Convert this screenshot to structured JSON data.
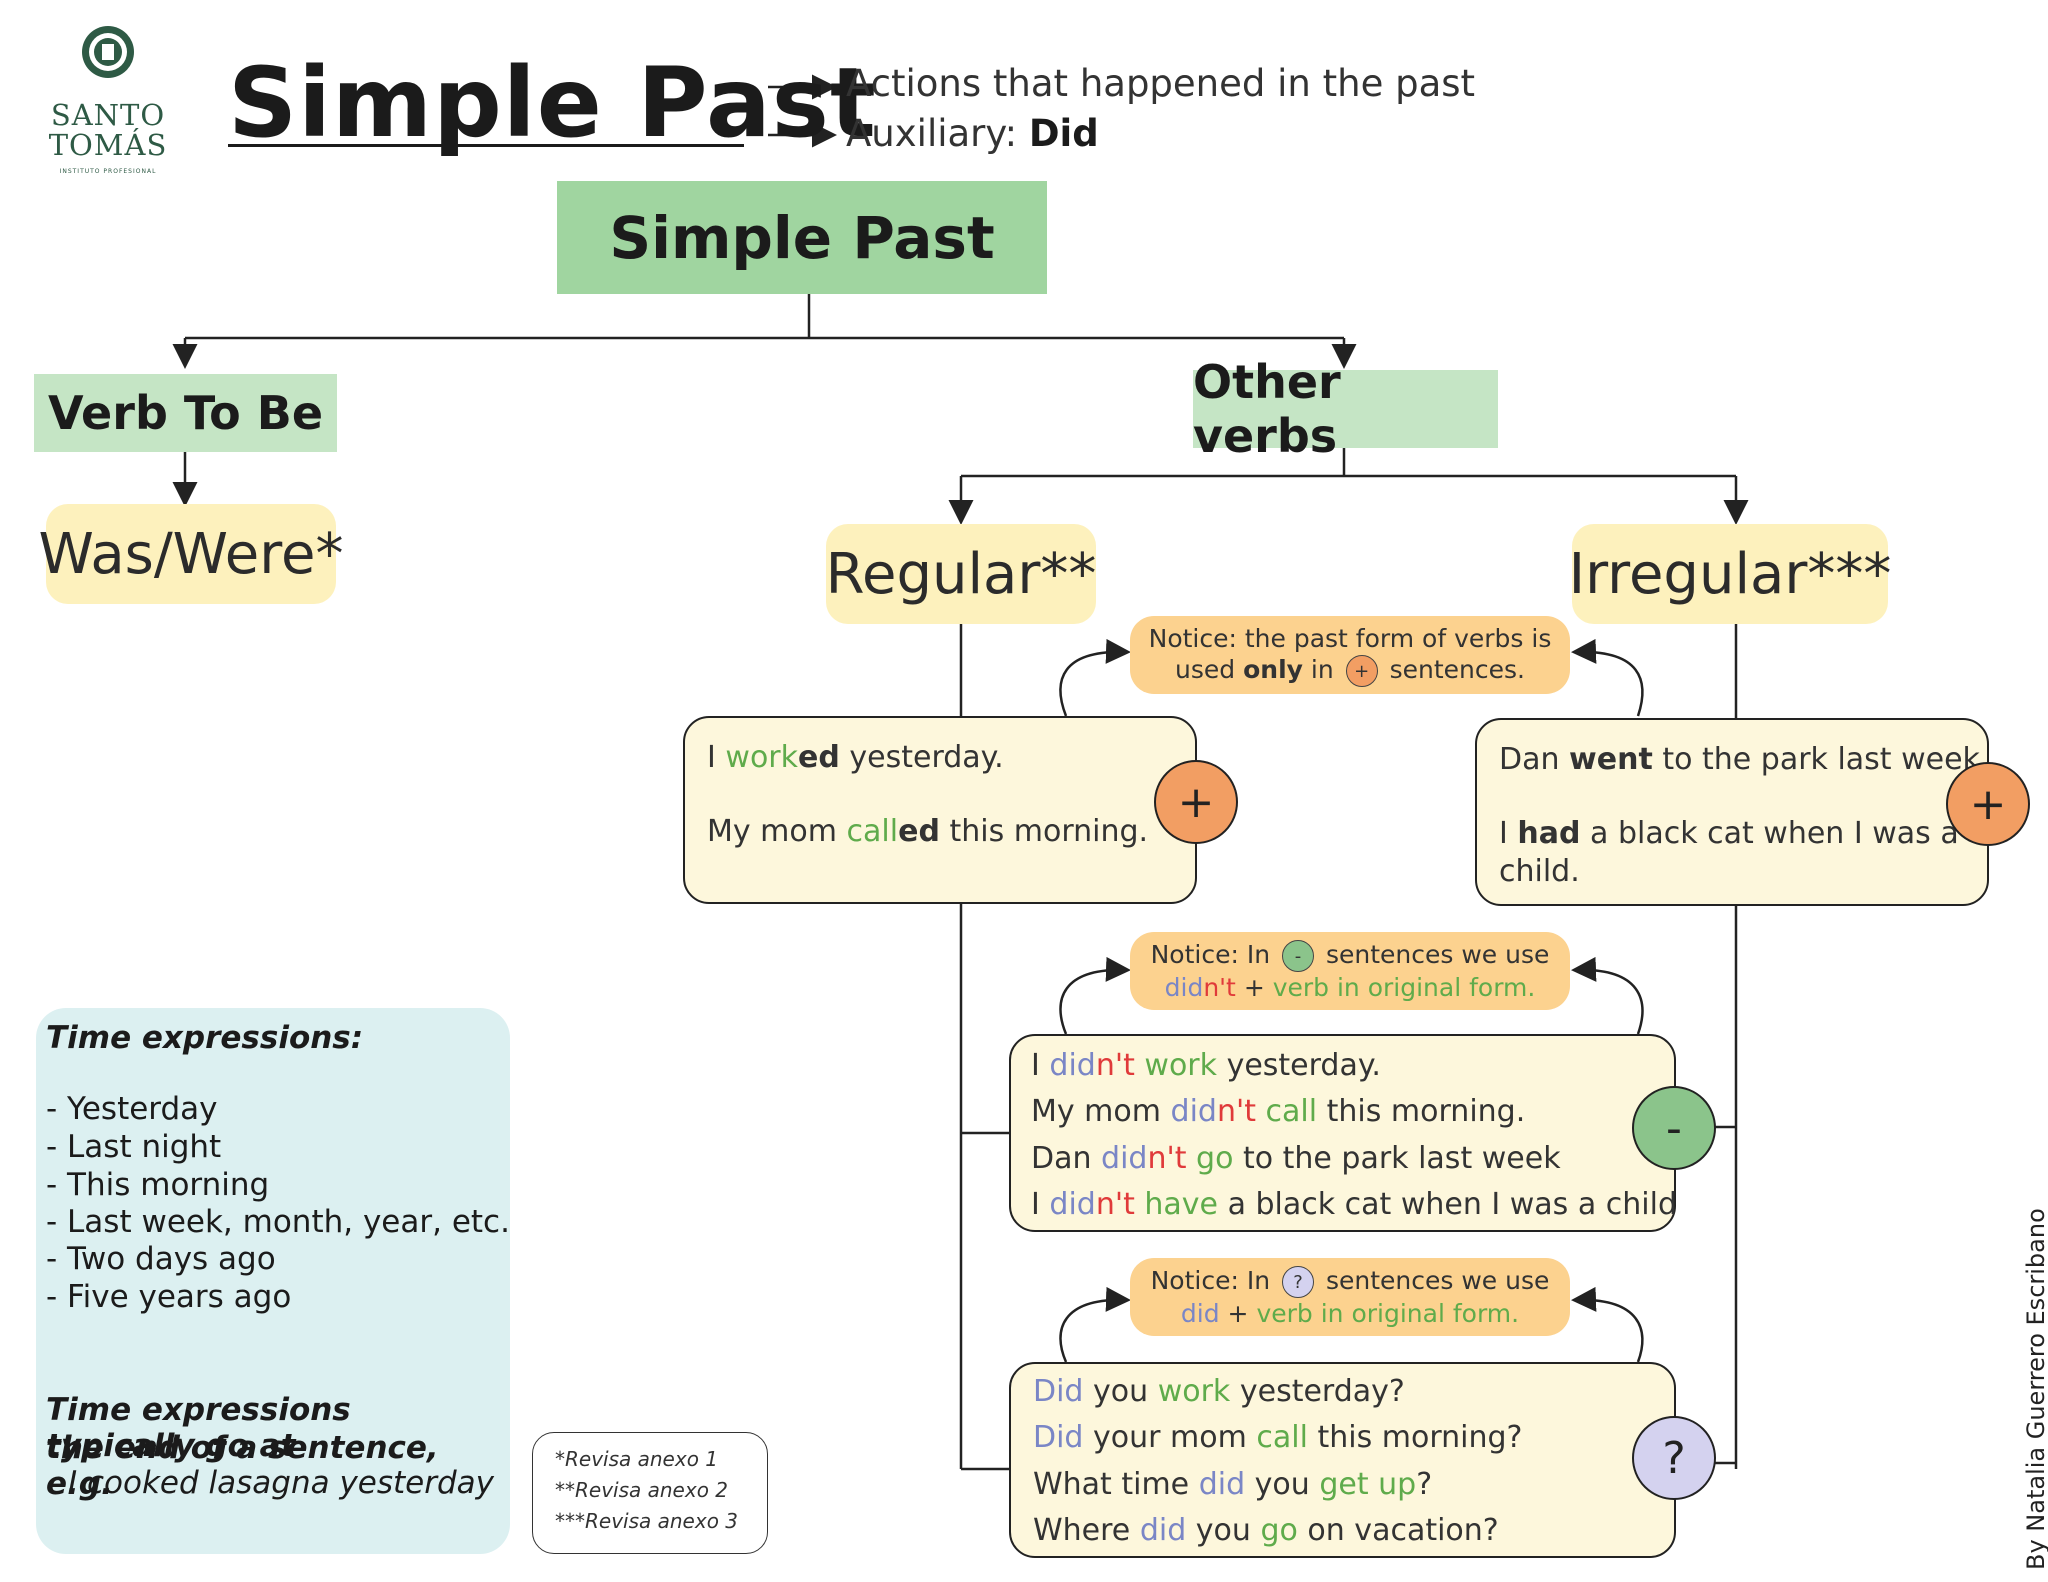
{
  "logo": {
    "line1": "SANTO",
    "line2": "TOMÁS",
    "line3": "INSTITUTO PROFESIONAL"
  },
  "title": "Simple Past",
  "description": {
    "line1": "Actions that happened in the past",
    "aux_label": "Auxiliary:",
    "aux_value": "Did"
  },
  "root_box": "Simple Past",
  "verb_to_be": {
    "header": "Verb To Be",
    "value": "Was/Were*"
  },
  "other_verbs": {
    "header": "Other verbs",
    "regular": "Regular**",
    "irregular": "Irregular***"
  },
  "notice_positive": {
    "line1": "Notice: the past form of verbs is",
    "pre": "used",
    "bold": "only",
    "mid": "in",
    "symbol": "+",
    "post": "sentences."
  },
  "notice_negative": {
    "pre": "Notice: In",
    "symbol": "-",
    "post": "sentences we use",
    "did": "did",
    "nt": "n't",
    "plus": "+",
    "verb": "verb in original form."
  },
  "notice_question": {
    "pre": "Notice: In",
    "symbol": "?",
    "post": "sentences we use",
    "did": "did",
    "plus": "+",
    "verb": "verb in original form."
  },
  "regular_positive": {
    "s1": {
      "i": "I",
      "verb": "work",
      "ed": "ed",
      "rest": "yesterday."
    },
    "s2": {
      "pre": "My mom",
      "verb": "call",
      "ed": "ed",
      "rest": "this morning."
    },
    "symbol": "+"
  },
  "irregular_positive": {
    "s1": {
      "pre": "Dan",
      "verb": "went",
      "rest": "to the park last week."
    },
    "s2": {
      "pre": "I",
      "verb": "had",
      "rest": "a black cat when I was a",
      "rest2": "child."
    },
    "symbol": "+"
  },
  "negative": {
    "symbol": "-",
    "s1": {
      "pre": "I",
      "did": "did",
      "nt": "n't",
      "verb": "work",
      "rest": "yesterday."
    },
    "s2": {
      "pre": "My mom",
      "did": "did",
      "nt": "n't",
      "verb": "call",
      "rest": "this morning."
    },
    "s3": {
      "pre": "Dan",
      "did": "did",
      "nt": "n't",
      "verb": "go",
      "rest": "to the park last week"
    },
    "s4": {
      "pre": "I",
      "did": "did",
      "nt": "n't",
      "verb": "have",
      "rest": "a black cat when I was a child"
    }
  },
  "question": {
    "symbol": "?",
    "s1": {
      "did": "Did",
      "mid": "you",
      "verb": "work",
      "rest": "yesterday?"
    },
    "s2": {
      "did": "Did",
      "mid": "your mom",
      "verb": "call",
      "rest": "this morning?"
    },
    "s3": {
      "pre": "What time",
      "did": "did",
      "mid": "you",
      "verb": "get up",
      "rest": "?"
    },
    "s4": {
      "pre": "Where",
      "did": "did",
      "mid": "you",
      "verb": "go",
      "rest": "on vacation?"
    }
  },
  "time_expressions": {
    "title": "Time expressions:",
    "items": [
      "- Yesterday",
      "- Last night",
      "- This morning",
      "- Last week, month, year, etc.",
      "- Two days ago",
      "- Five years ago"
    ],
    "note1": "Time expressions typically go at",
    "note2": "the end of a sentence, e.g.",
    "example": "I cooked lasagna yesterday"
  },
  "annexes": [
    "*Revisa anexo 1",
    "**Revisa anexo 2",
    "***Revisa anexo 3"
  ],
  "author": "By Natalia Guerrero Escribano",
  "colors": {
    "header_green": "#a0d5a0",
    "header_light_green": "#c5e5c5",
    "pill_yellow": "#fdf1bd",
    "notice_orange": "#fcd28f",
    "plus_orange": "#f29e63",
    "minus_green": "#8bc48b",
    "question_purple": "#d4d2ef",
    "verb_green": "#5fab4b",
    "negation_red": "#e03a3a",
    "aux_purple": "#7a86c6",
    "time_box": "#dcf0f1"
  }
}
